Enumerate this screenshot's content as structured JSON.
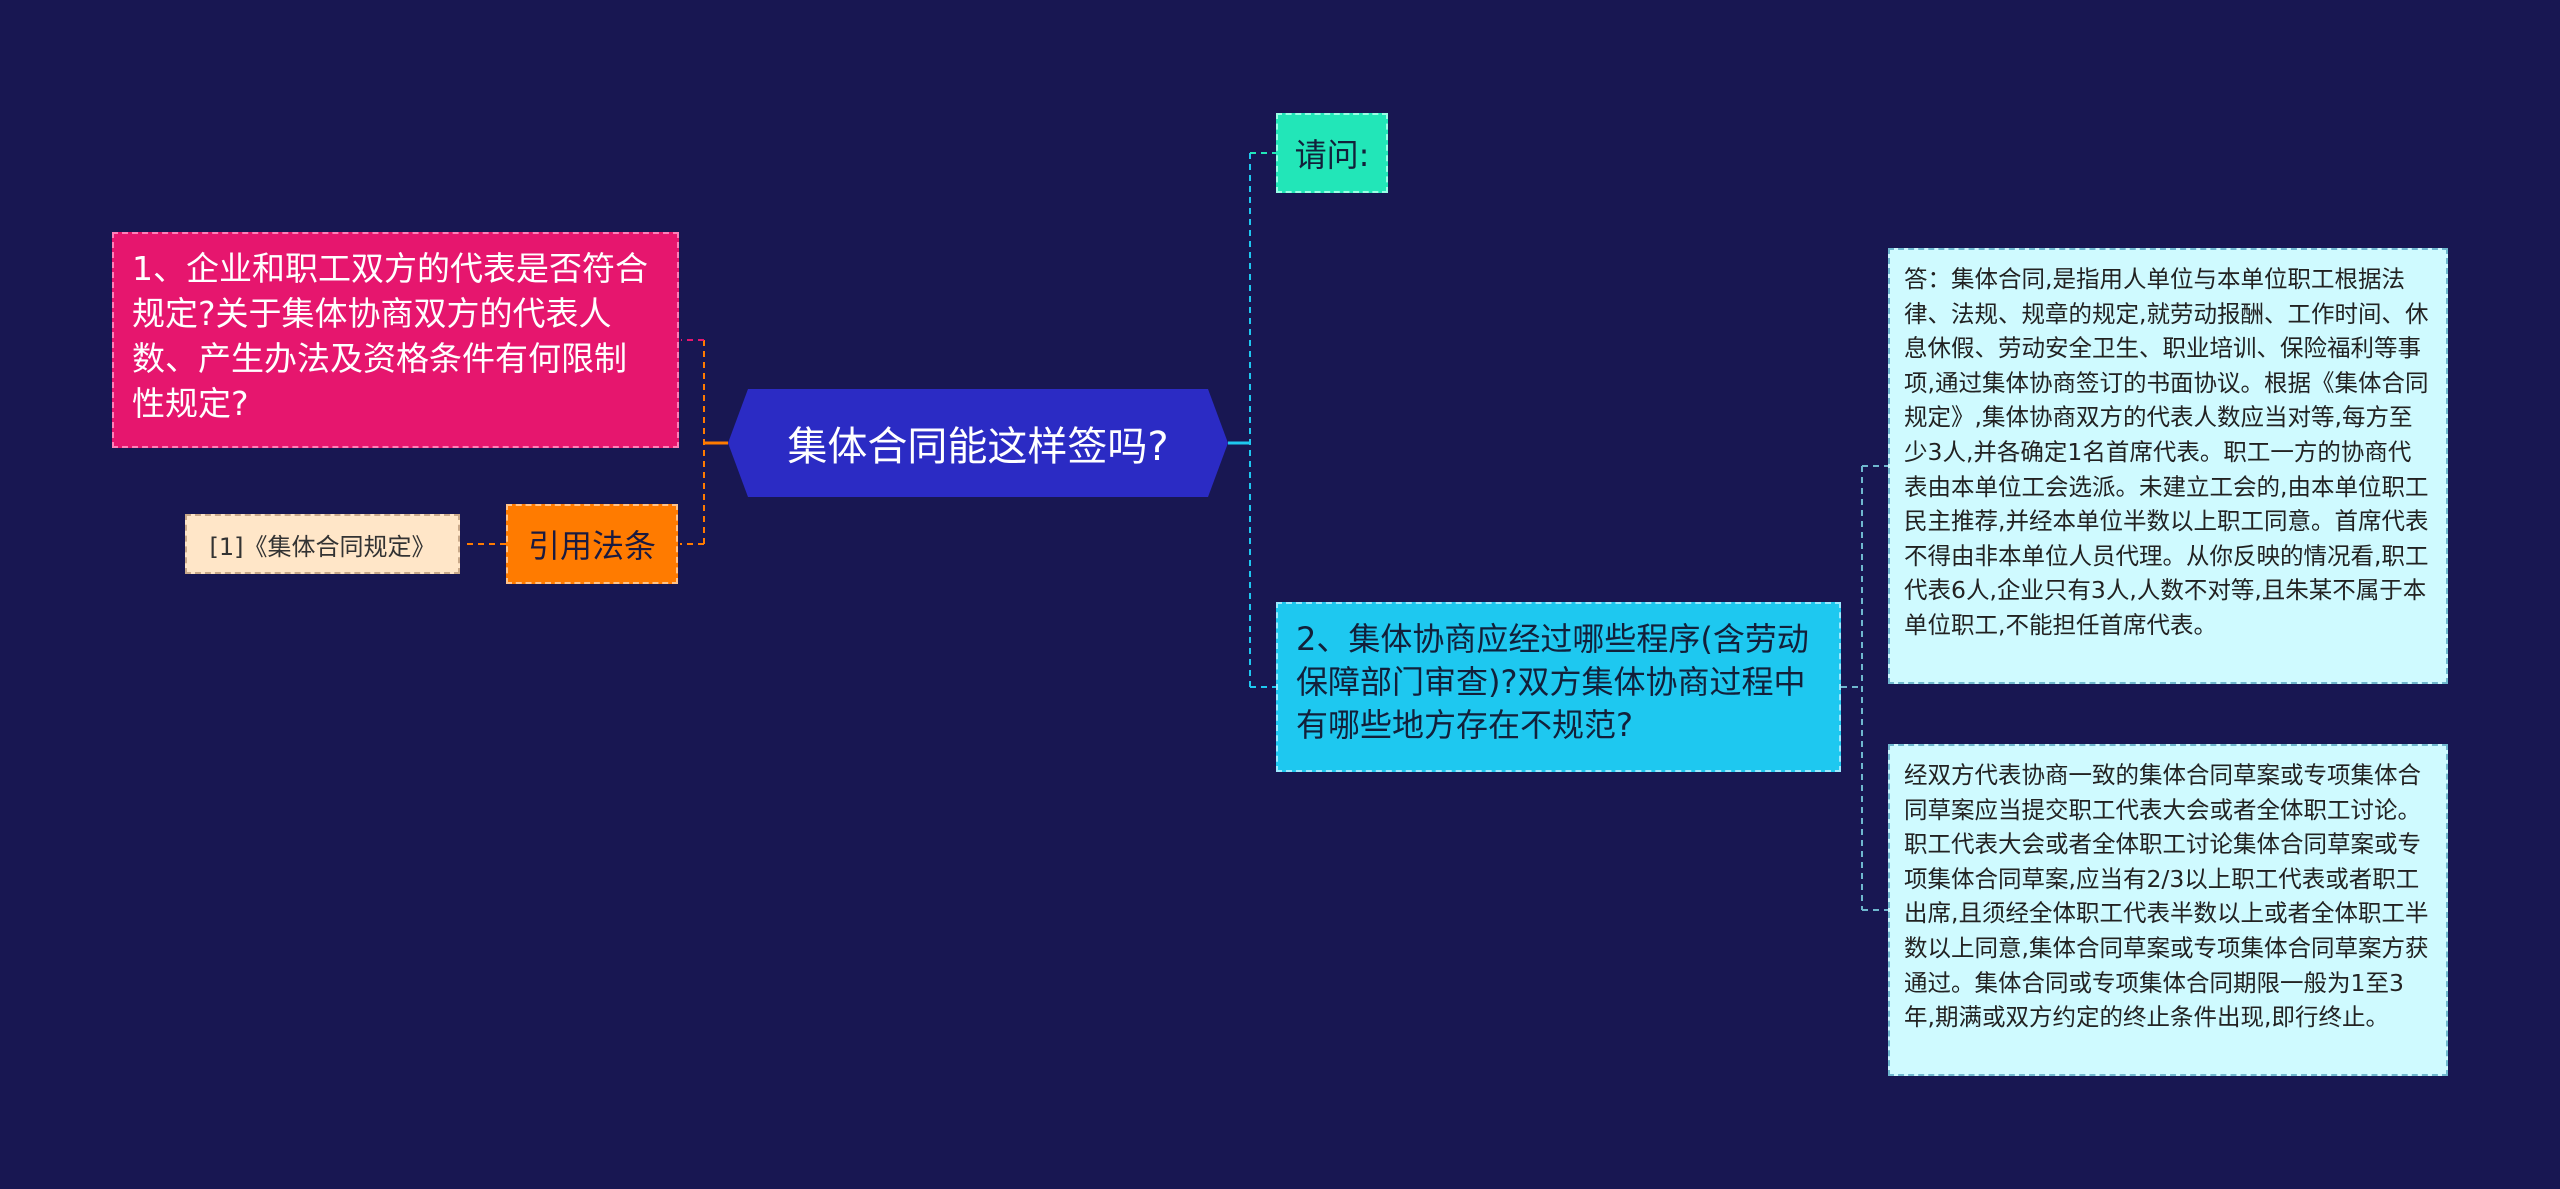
{
  "center": {
    "label": "集体合同能这样签吗?"
  },
  "left": {
    "question": "1、企业和职工双方的代表是否符合规定?关于集体协商双方的代表人数、产生办法及资格条件有何限制性规定?",
    "citation_label": "引用法条",
    "citation_ref": "[1]《集体合同规定》"
  },
  "right": {
    "ask_label": "请问:",
    "question": "2、集体协商应经过哪些程序(含劳动保障部门审查)?双方集体协商过程中有哪些地方存在不规范?",
    "answers": [
      "答：集体合同,是指用人单位与本单位职工根据法律、法规、规章的规定,就劳动报酬、工作时间、休息休假、劳动安全卫生、职业培训、保险福利等事项,通过集体协商签订的书面协议。根据《集体合同规定》,集体协商双方的代表人数应当对等,每方至少3人,并各确定1名首席代表。职工一方的协商代表由本单位工会选派。未建立工会的,由本单位职工民主推荐,并经本单位半数以上职工同意。首席代表不得由非本单位人员代理。从你反映的情况看,职工代表6人,企业只有3人,人数不对等,且朱某不属于本单位职工,不能担任首席代表。",
      "经双方代表协商一致的集体合同草案或专项集体合同草案应当提交职工代表大会或者全体职工讨论。职工代表大会或者全体职工讨论集体合同草案或专项集体合同草案,应当有2/3以上职工代表或者职工出席,且须经全体职工代表半数以上或者全体职工半数以上同意,集体合同草案或专项集体合同草案方获通过。集体合同或专项集体合同期限一般为1至3年,期满或双方约定的终止条件出现,即行终止。"
    ]
  },
  "colors": {
    "background": "#181752",
    "center": "#2b2bc4",
    "pink": "#e6166e",
    "orange": "#ff7b00",
    "teal": "#22e6b8",
    "cyan": "#1ec8f0",
    "answer": "#cffaff"
  }
}
